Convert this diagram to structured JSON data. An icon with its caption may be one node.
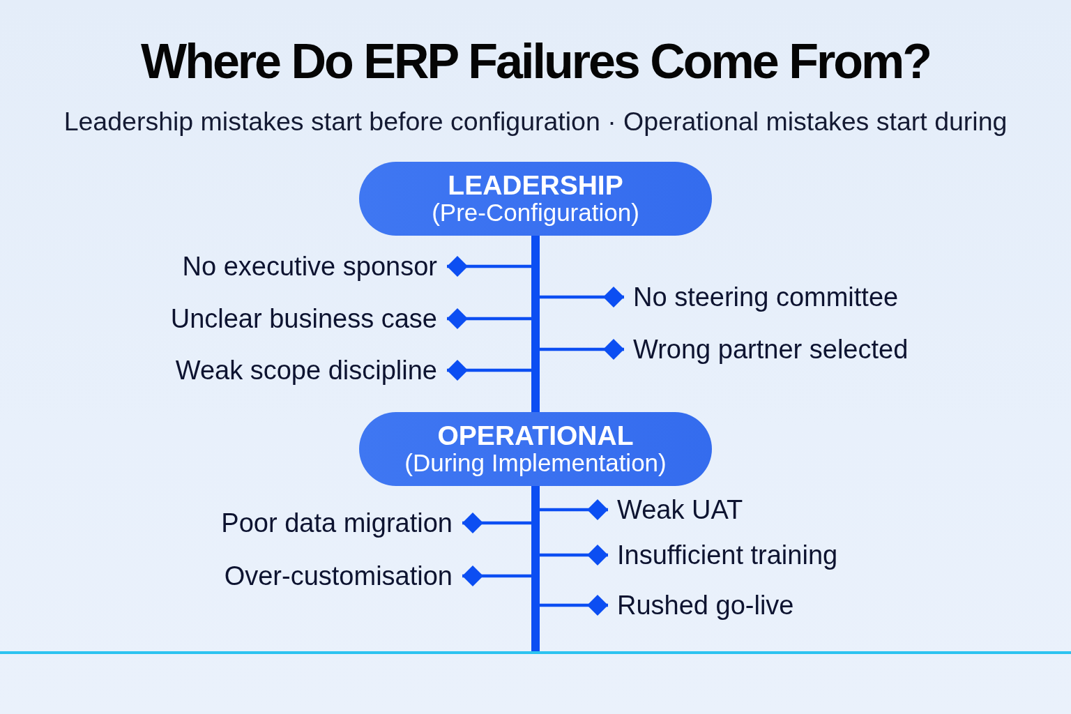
{
  "diagram": {
    "title": "Where Do ERP Failures Come From?",
    "nodes": [
      {
        "text": [
          "LEADERSHIP",
          "(Pre-Configuration)"
        ]
      },
      {
        "text": [
          "No executive sponsor"
        ]
      },
      {
        "text": [
          "No steering committee"
        ]
      },
      {
        "text": [
          "Unclear business case"
        ]
      },
      {
        "text": [
          "Wrong partner selected"
        ]
      },
      {
        "text": [
          "Weak scope discipline"
        ]
      },
      {
        "text": [
          "OPERATIONAL",
          "(During Implementation)"
        ]
      },
      {
        "text": [
          "Poor data migration"
        ]
      },
      {
        "text": [
          "Weak UAT"
        ]
      },
      {
        "text": [
          "Insufficient training"
        ]
      },
      {
        "text": [
          "Over-customisation"
        ]
      },
      {
        "text": [
          "Rushed go-live"
        ]
      }
    ],
    "edges": [
      {
        "from": 0,
        "to": 6,
        "arrow": "none"
      },
      {
        "from": 0,
        "to": 1,
        "arrow": "other"
      },
      {
        "from": 0,
        "to": 2,
        "arrow": "other"
      },
      {
        "from": 0,
        "to": 3,
        "arrow": "other"
      },
      {
        "from": 0,
        "to": 4,
        "arrow": "other"
      },
      {
        "from": 0,
        "to": 5,
        "arrow": "other"
      },
      {
        "from": 6,
        "to": 7,
        "arrow": "other"
      },
      {
        "from": 6,
        "to": 8,
        "arrow": "other"
      },
      {
        "from": 6,
        "to": 9,
        "arrow": "other"
      },
      {
        "from": 6,
        "to": 10,
        "arrow": "other"
      },
      {
        "from": 6,
        "to": 11,
        "arrow": "other"
      }
    ],
    "labels": [
      "Leadership mistakes start before configuration · Operational mistakes start during"
    ]
  }
}
